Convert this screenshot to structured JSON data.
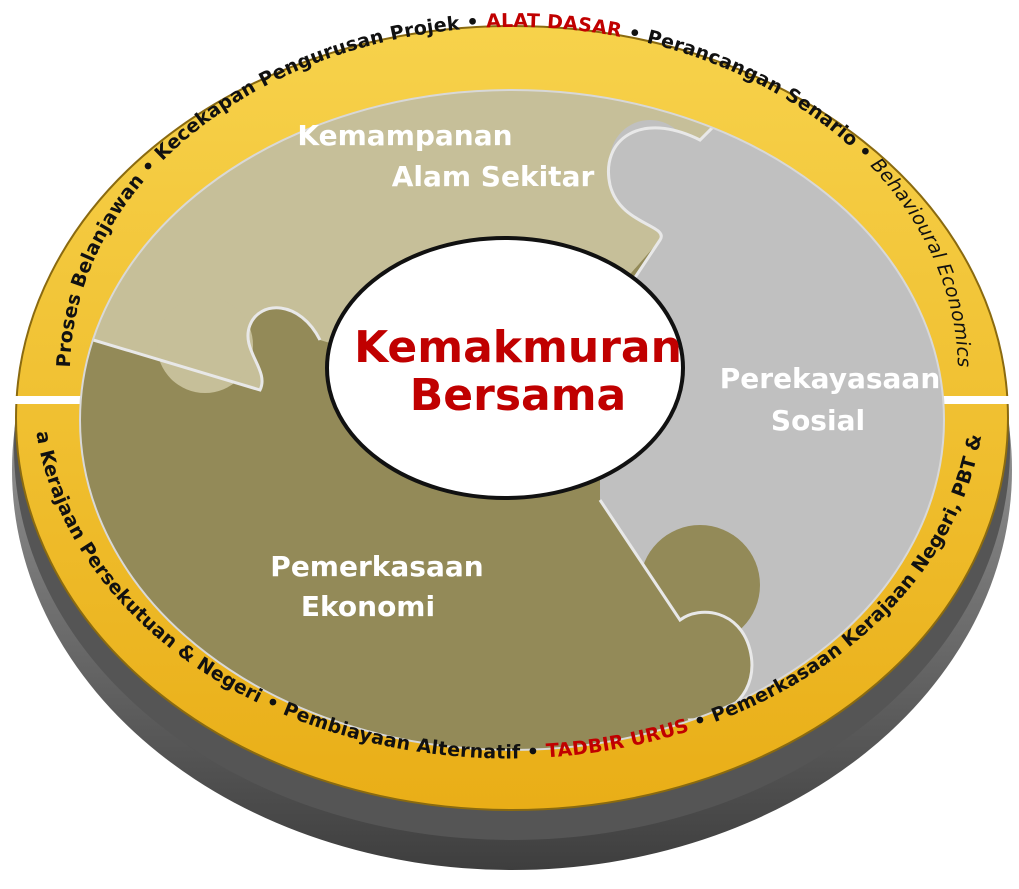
{
  "center": {
    "line1": "Kemakmuran",
    "line2": "Bersama"
  },
  "pieces": {
    "environment": {
      "line1": "Kemampanan",
      "line2": "Alam Sekitar",
      "color": "#c6bf99"
    },
    "social": {
      "line1": "Perekayasaan",
      "line2": "Sosial",
      "color": "#c0c0c0"
    },
    "economic": {
      "line1": "Pemerkasaan",
      "line2": "Ekonomi",
      "color": "#938a58"
    }
  },
  "outer_ring": {
    "top_text": {
      "before": "Proses Belanjawan • Kecekapan Pengurusan Projek • ",
      "accent": "ALAT DASAR",
      "after": " • Perancangan Senario • ",
      "italic": "Behavioural Economics"
    },
    "bottom_left": "Kerjasama Kerajaan Persekutuan & Negeri • Pembiayaan Alternatif • ",
    "bottom_accent": "TADBIR URUS",
    "bottom_right": " • Pemerkasaan Kerajaan Negeri, PBT & Komuniti",
    "ring_color": "#f2c234",
    "ring_dark": "#d9a21a",
    "accent_color": "#c00000"
  }
}
